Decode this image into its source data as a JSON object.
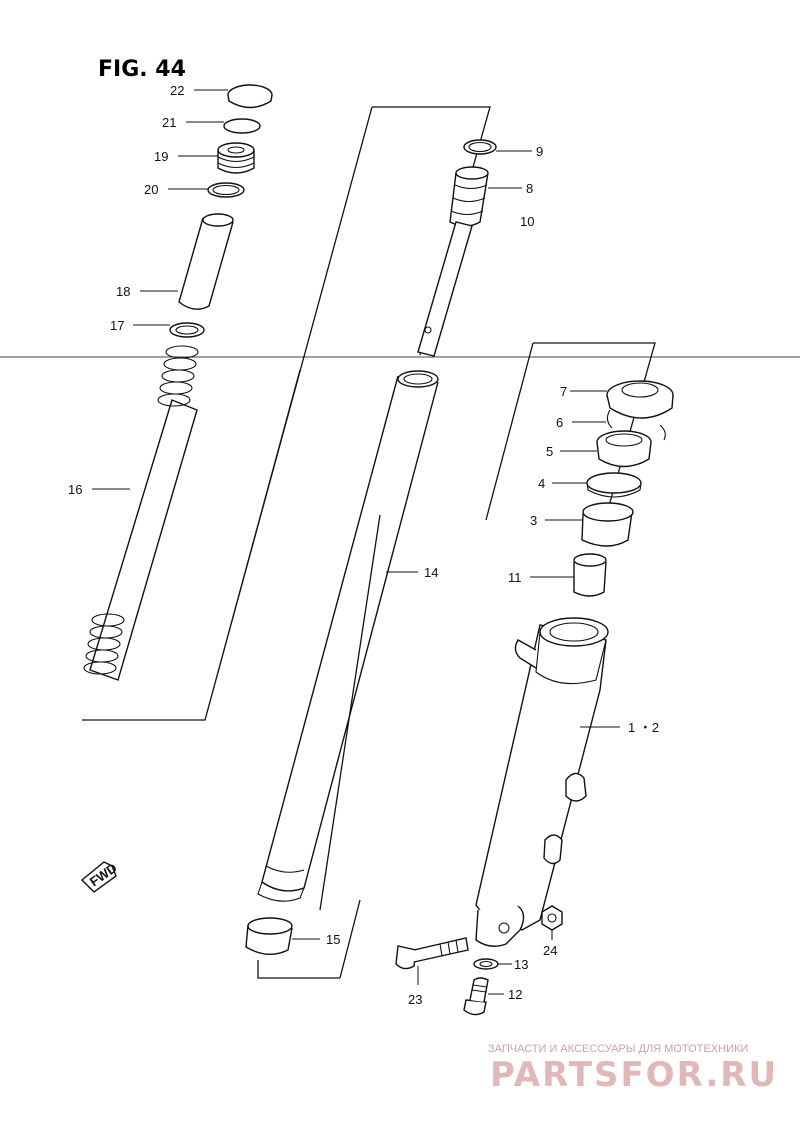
{
  "figure": {
    "title": "FIG. 44"
  },
  "fwd_badge": {
    "text": "FWD"
  },
  "callouts": {
    "p1_2": "1 ・2",
    "p3": "3",
    "p4": "4",
    "p5": "5",
    "p6": "6",
    "p7": "7",
    "p8": "8",
    "p9": "9",
    "p10": "10",
    "p11": "11",
    "p12": "12",
    "p13": "13",
    "p14": "14",
    "p15": "15",
    "p16": "16",
    "p17": "17",
    "p18": "18",
    "p19": "19",
    "p20": "20",
    "p21": "21",
    "p22": "22",
    "p23": "23",
    "p24": "24"
  },
  "watermark": {
    "caption": "ЗАПЧАСТИ И АКСЕССУАРЫ ДЛЯ МОТОТЕХНИКИ",
    "brand": "PARTSFOR.RU"
  }
}
